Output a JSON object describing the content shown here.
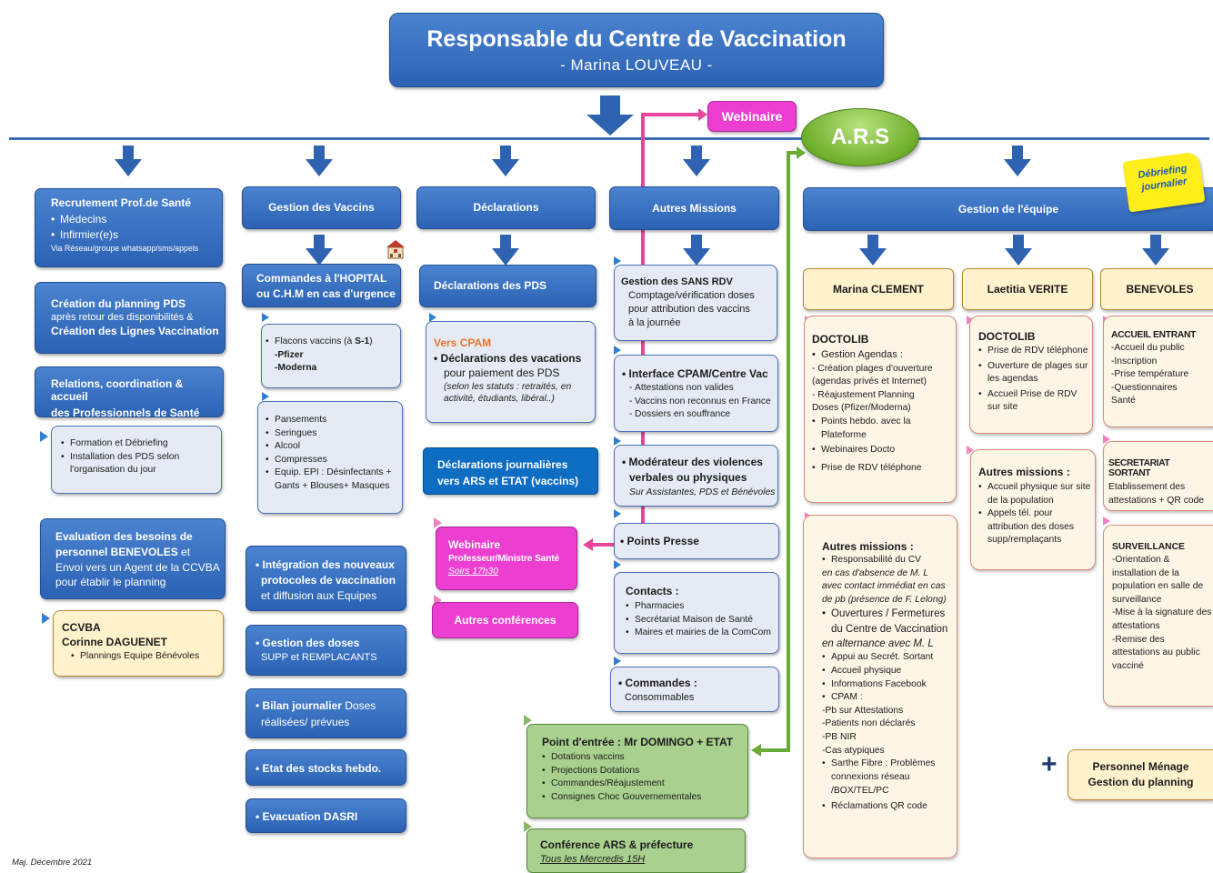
{
  "title": {
    "main": "Responsable du Centre de Vaccination",
    "sub": "- Marina LOUVEAU -"
  },
  "webinaire_top": "Webinaire",
  "ars": "A.R.S",
  "debriefing": {
    "line1": "Débriefing",
    "line2": "journalier"
  },
  "col1": {
    "recrutement": {
      "title": "Recrutement Prof.de Santé",
      "items": [
        "Médecins",
        "Infirmier(e)s"
      ],
      "note": "Via Réseau/groupe whatsapp/sms/appels"
    },
    "planning": {
      "l1": "Création du planning PDS",
      "l2": "après retour des disponibilités &",
      "l3": "Création des Lignes Vaccination"
    },
    "relations": {
      "l1": "Relations, coordination & accueil",
      "l2": "des Professionnels de Santé"
    },
    "formation": [
      "Formation et Débriefing",
      "Installation des PDS selon l'organisation du jour"
    ],
    "evaluation": {
      "l1": "Evaluation des besoins de",
      "l2a": "personnel BENEVOLES",
      "l2b": " et",
      "l3": "Envoi vers un Agent de la CCVBA",
      "l4": "pour établir le planning"
    },
    "ccvba": {
      "l1": "CCVBA",
      "l2": "Corinne DAGUENET",
      "item": "Plannings Equipe Bénévoles"
    }
  },
  "col2": {
    "header": "Gestion des Vaccins",
    "commandes": {
      "l1": "Commandes à l'HOPITAL",
      "l2": "ou C.H.M en cas d'urgence"
    },
    "flacons": {
      "l1a": "Flacons vaccins (à ",
      "l1b": "S-1",
      "l1c": ")",
      "pfizer": "-Pfizer",
      "moderna": "-Moderna"
    },
    "materiel": [
      "Pansements",
      "Seringues",
      "Alcool",
      "Compresses",
      "Equip. EPI : Désinfectants + Gants + Blouses+ Masques"
    ],
    "integration": {
      "l1": "Intégration des nouveaux",
      "l2": "protocoles de vaccination",
      "l3": "et diffusion aux Equipes"
    },
    "doses": {
      "l1": "Gestion des doses",
      "l2": "SUPP et REMPLACANTS"
    },
    "bilan": {
      "l1a": "Bilan journalier",
      "l1b": " Doses",
      "l2": "réalisées/ prévues"
    },
    "stocks": "Etat des stocks hebdo.",
    "dasri": "Evacuation DASRI"
  },
  "col3": {
    "header": "Déclarations",
    "pds": "Déclarations des PDS",
    "vers_cpam": "Vers CPAM",
    "vacations": {
      "l1": "Déclarations des vacations",
      "l2": "pour paiement des PDS",
      "l3": "(selon les statuts : retraités, en",
      "l4": "activité, étudiants, libéral..)"
    },
    "journalieres": {
      "l1": "Déclarations journalières",
      "l2": "vers ARS et ETAT (vaccins)"
    },
    "webinaire": {
      "l1": "Webinaire",
      "l2": "Professeur/Ministre Santé",
      "l3": "Soirs 17h30"
    },
    "conferences": "Autres conférences"
  },
  "col4": {
    "header": "Autres Missions",
    "sans_rdv": {
      "l1": "Gestion des SANS RDV",
      "l2": "Comptage/vérification doses",
      "l3": "pour attribution des vaccins",
      "l4": "à la journée"
    },
    "interface": {
      "title": "Interface CPAM/Centre Vac",
      "items": [
        "Attestations non valides",
        "Vaccins non reconnus en France",
        "Dossiers en souffrance"
      ]
    },
    "moderateur": {
      "l1": "Modérateur des violences",
      "l2": "verbales ou physiques",
      "l3": "Sur Assistantes, PDS et Bénévoles"
    },
    "presse": "Points Presse",
    "contacts": {
      "title": "Contacts :",
      "items": [
        "Pharmacies",
        "Secrétariat Maison de Santé",
        "Maires et mairies de la ComCom"
      ]
    },
    "commandes": {
      "title": "Commandes :",
      "sub": "Consommables"
    }
  },
  "green": {
    "entree": {
      "title": "Point d'entrée : Mr DOMINGO + ETAT",
      "items": [
        "Dotations vaccins",
        "Projections Dotations",
        "Commandes/Réajustement",
        "Consignes Choc Gouvernementales"
      ]
    },
    "conference": {
      "l1": "Conférence ARS & préfecture",
      "l2": "Tous les Mercredis 15H"
    }
  },
  "equipe": {
    "header": "Gestion de l'équipe",
    "clement": {
      "name": "Marina CLEMENT",
      "doctolib": "DOCTOLIB",
      "agendas": "Gestion Agendas :",
      "lines": [
        "- Création plages d'ouverture",
        "(agendas privés et Internet)",
        "- Réajustement Planning",
        "Doses (Pfizer/Moderna)"
      ],
      "items": [
        "Points hebdo. avec la Plateforme",
        "Webinaires Docto",
        "Prise de RDV téléphone"
      ],
      "autres_title": "Autres missions :",
      "resp": "Responsabilité du CV",
      "resp_i": [
        "en cas d'absence de M. L",
        "avec contact immédiat en cas",
        "de pb (présence de F. Lelong)"
      ],
      "ouvertures": "Ouvertures / Fermetures du Centre de Vaccination",
      "ouvertures_i": "en alternance avec M. L",
      "items2": [
        "Appui au Secrét. Sortant",
        "Accueil physique",
        "Informations Facebook",
        "CPAM :"
      ],
      "cpam": [
        "-Pb sur Attestations",
        "-Patients non déclarés",
        "-PB NIR",
        "-Cas atypiques"
      ],
      "items3": [
        "Sarthe Fibre : Problèmes connexions réseau /BOX/TEL/PC",
        "Réclamations QR code"
      ]
    },
    "verite": {
      "name": "Laetitia VERITE",
      "doctolib": "DOCTOLIB",
      "items": [
        "Prise de RDV téléphone",
        "Ouverture de plages sur les agendas",
        "Accueil Prise de RDV sur site"
      ],
      "autres_title": "Autres missions :",
      "items2": [
        "Accueil physique sur site de la population",
        "Appels tél. pour attribution des doses supp/remplaçants"
      ]
    },
    "benevoles": {
      "name": "BENEVOLES",
      "accueil": {
        "title": "ACCUEIL ENTRANT",
        "lines": [
          "-Accueil du public",
          "-Inscription",
          "-Prise température",
          "-Questionnaires Santé"
        ]
      },
      "secretariat": {
        "title": "SECRETARIAT SORTANT",
        "text": "Etablissement des attestations + QR code"
      },
      "surveillance": {
        "title": "SURVEILLANCE",
        "lines": [
          "-Orientation & installation de la population en salle de surveillance",
          "-Mise à la signature des attestations",
          "-Remise des attestations au public vacciné"
        ]
      }
    }
  },
  "menage": {
    "l1": "Personnel Ménage",
    "l2": "Gestion du planning"
  },
  "footer": "Maj. Décembre 2021"
}
